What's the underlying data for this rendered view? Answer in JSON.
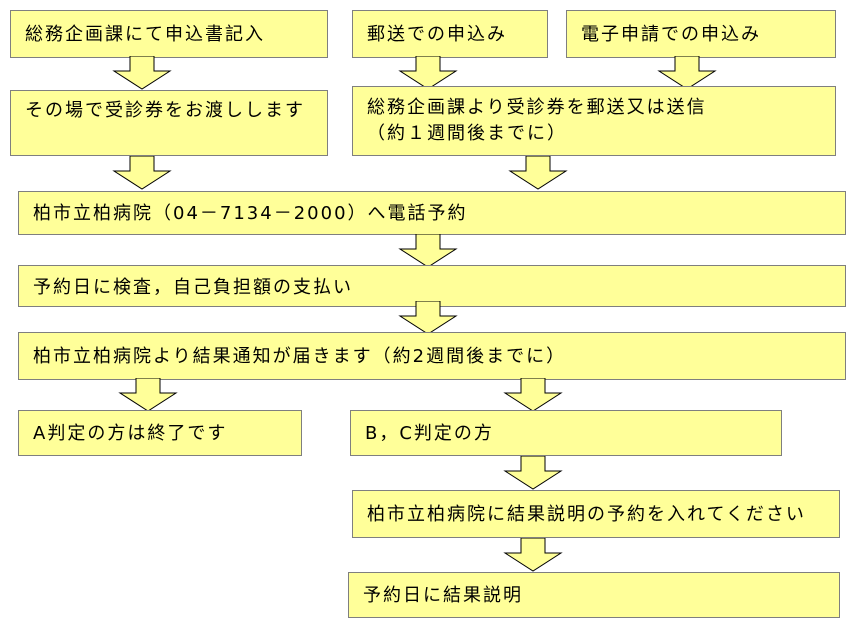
{
  "nodes": {
    "apply_office": "総務企画課にて申込書記入",
    "apply_mail": "郵送での申込み",
    "apply_online": "電子申請での申込み",
    "hand_over": "その場で受診券をお渡しします",
    "send_line1": "総務企画課より受診券を郵送又は送信",
    "send_line2": "（約１週間後までに）",
    "phone_reserve": "柏市立柏病院（04－7134－2000）へ電話予約",
    "exam_day": "予約日に検査，自己負担額の支払い",
    "result_notice": "柏市立柏病院より結果通知が届きます（約2週間後までに）",
    "grade_a": "A判定の方は終了です",
    "grade_bc": "B，C判定の方",
    "reserve_explain": "柏市立柏病院に結果説明の予約を入れてください",
    "explain_day": "予約日に結果説明"
  },
  "colors": {
    "box_fill": "#ffff99",
    "box_border": "#7f7f7f",
    "arrow_fill": "#ffff99",
    "arrow_stroke": "#000000",
    "text": "#000000"
  }
}
